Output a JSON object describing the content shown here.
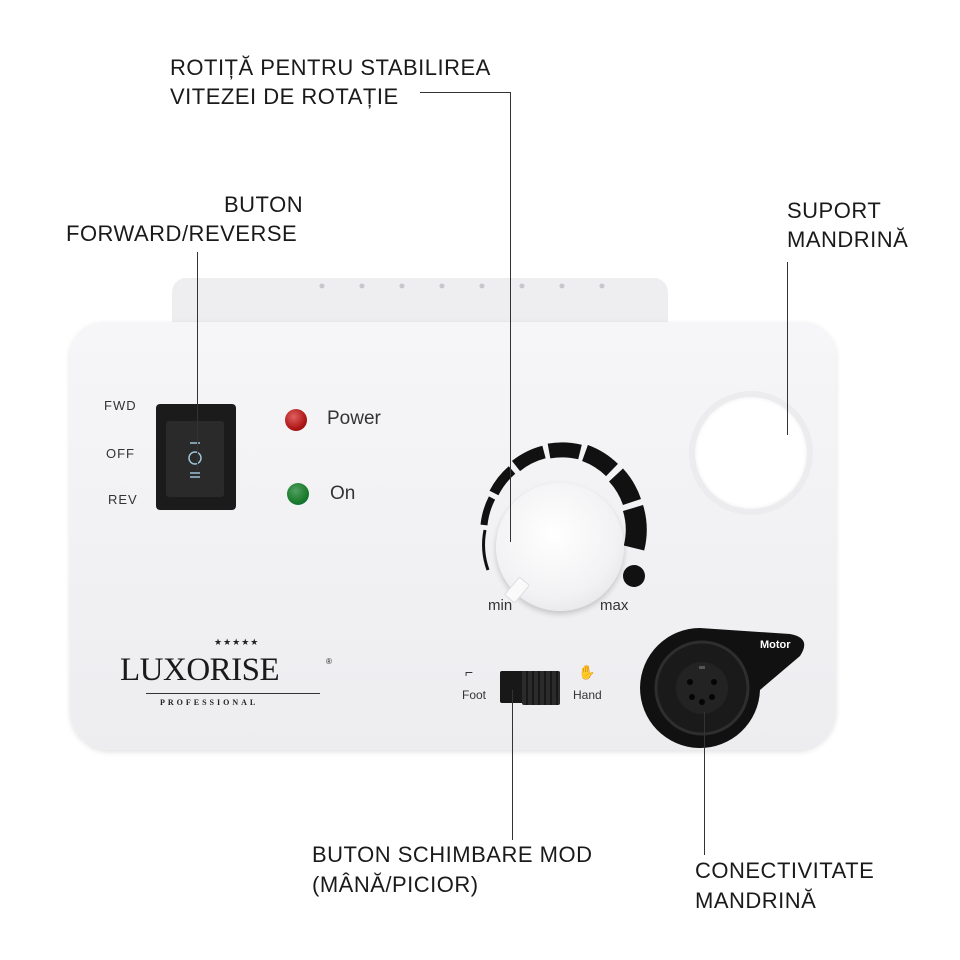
{
  "annotations": {
    "speed_wheel": [
      "ROTIȚĂ PENTRU STABILIREA",
      "VITEZEI DE ROTAȚIE"
    ],
    "direction_button": [
      "BUTON",
      "FORWARD/REVERSE"
    ],
    "handpiece_holder": [
      "SUPORT",
      "MANDRINĂ"
    ],
    "mode_switch": [
      "BUTON SCHIMBARE MOD",
      "(MÂNĂ/PICIOR)"
    ],
    "handpiece_connector": [
      "CONECTIVITATE",
      "MANDRINĂ"
    ]
  },
  "device": {
    "switch_positions": [
      "FWD",
      "OFF",
      "REV"
    ],
    "indicators": [
      {
        "label": "Power",
        "color": "#b01818"
      },
      {
        "label": "On",
        "color": "#1a7a2a"
      }
    ],
    "knob_min": "min",
    "knob_max": "max",
    "mode_left": "Foot",
    "mode_right": "Hand",
    "connector_label": "Motor",
    "brand": "LUXORISE",
    "brand_sub": "PROFESSIONAL",
    "brand_stars": "★★★★★",
    "brand_reg": "®"
  }
}
